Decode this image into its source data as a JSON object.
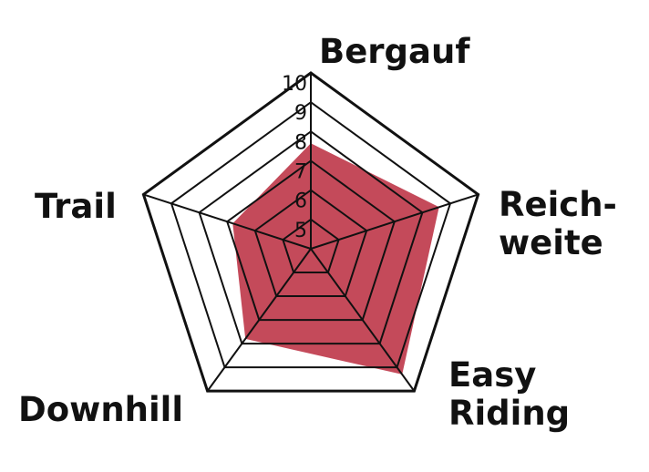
{
  "chart_data": {
    "type": "radar",
    "axes": [
      "Bergauf",
      "Reich-\nweite",
      "Easy\nRiding",
      "Downhill",
      "Trail"
    ],
    "values": [
      7.6,
      8.6,
      9.3,
      7.8,
      6.8
    ],
    "rmin": 4,
    "rmax": 10,
    "ticks": [
      "5",
      "6",
      "7",
      "8",
      "9",
      "10"
    ],
    "grid": true,
    "colors": {
      "fill": "#c44a5a",
      "grid": "#111111",
      "background": "#ffffff"
    }
  }
}
